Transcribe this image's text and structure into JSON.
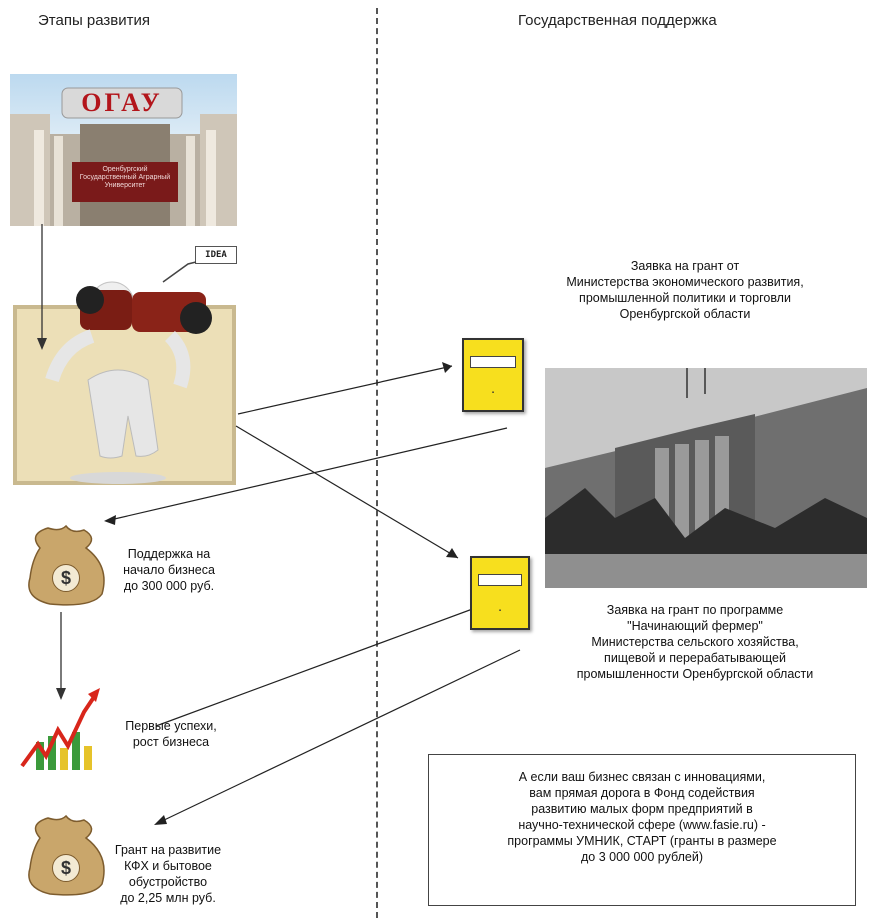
{
  "headers": {
    "left": "Этапы развития",
    "right": "Государственная поддержка"
  },
  "university_sign": "ОГАУ",
  "university_plaque": "Оренбургский Государственный Аграрный Университет",
  "idea_label": "IDEA",
  "grant_application_1": {
    "lines": [
      "Заявка на грант от",
      "Министерства экономического развития,",
      "промышленной политики и торговли",
      "Оренбургской области"
    ]
  },
  "grant_application_2": {
    "lines": [
      "Заявка на грант по программе",
      "\"Начинающий фермер\"",
      "Министерства сельского хозяйства,",
      "пищевой и перерабатывающей",
      "промышленности  Оренбургской области"
    ]
  },
  "stage_support": {
    "lines": [
      "Поддержка на",
      "начало бизнеса",
      "до 300 000 руб."
    ]
  },
  "stage_success": {
    "lines": [
      "Первые успехи,",
      "рост бизнеса"
    ]
  },
  "stage_grant": {
    "lines": [
      "Грант на развитие",
      "КФХ и бытовое",
      "обустройство",
      "до 2,25 млн  руб."
    ]
  },
  "innovation_box": {
    "lines": [
      "А если ваш бизнес связан с инновациями,",
      "вам прямая дорога в Фонд содействия",
      "развитию малых форм предприятий в",
      "научно-технической сфере (www.fasie.ru) -",
      "программы УМНИК, СТАРТ (гранты в размере",
      "до 3 000 000 рублей)"
    ]
  },
  "money_symbol": "$",
  "colors": {
    "book": "#f7df1e",
    "chart_arrow": "#d8261b",
    "bag": "#c9a66b"
  }
}
